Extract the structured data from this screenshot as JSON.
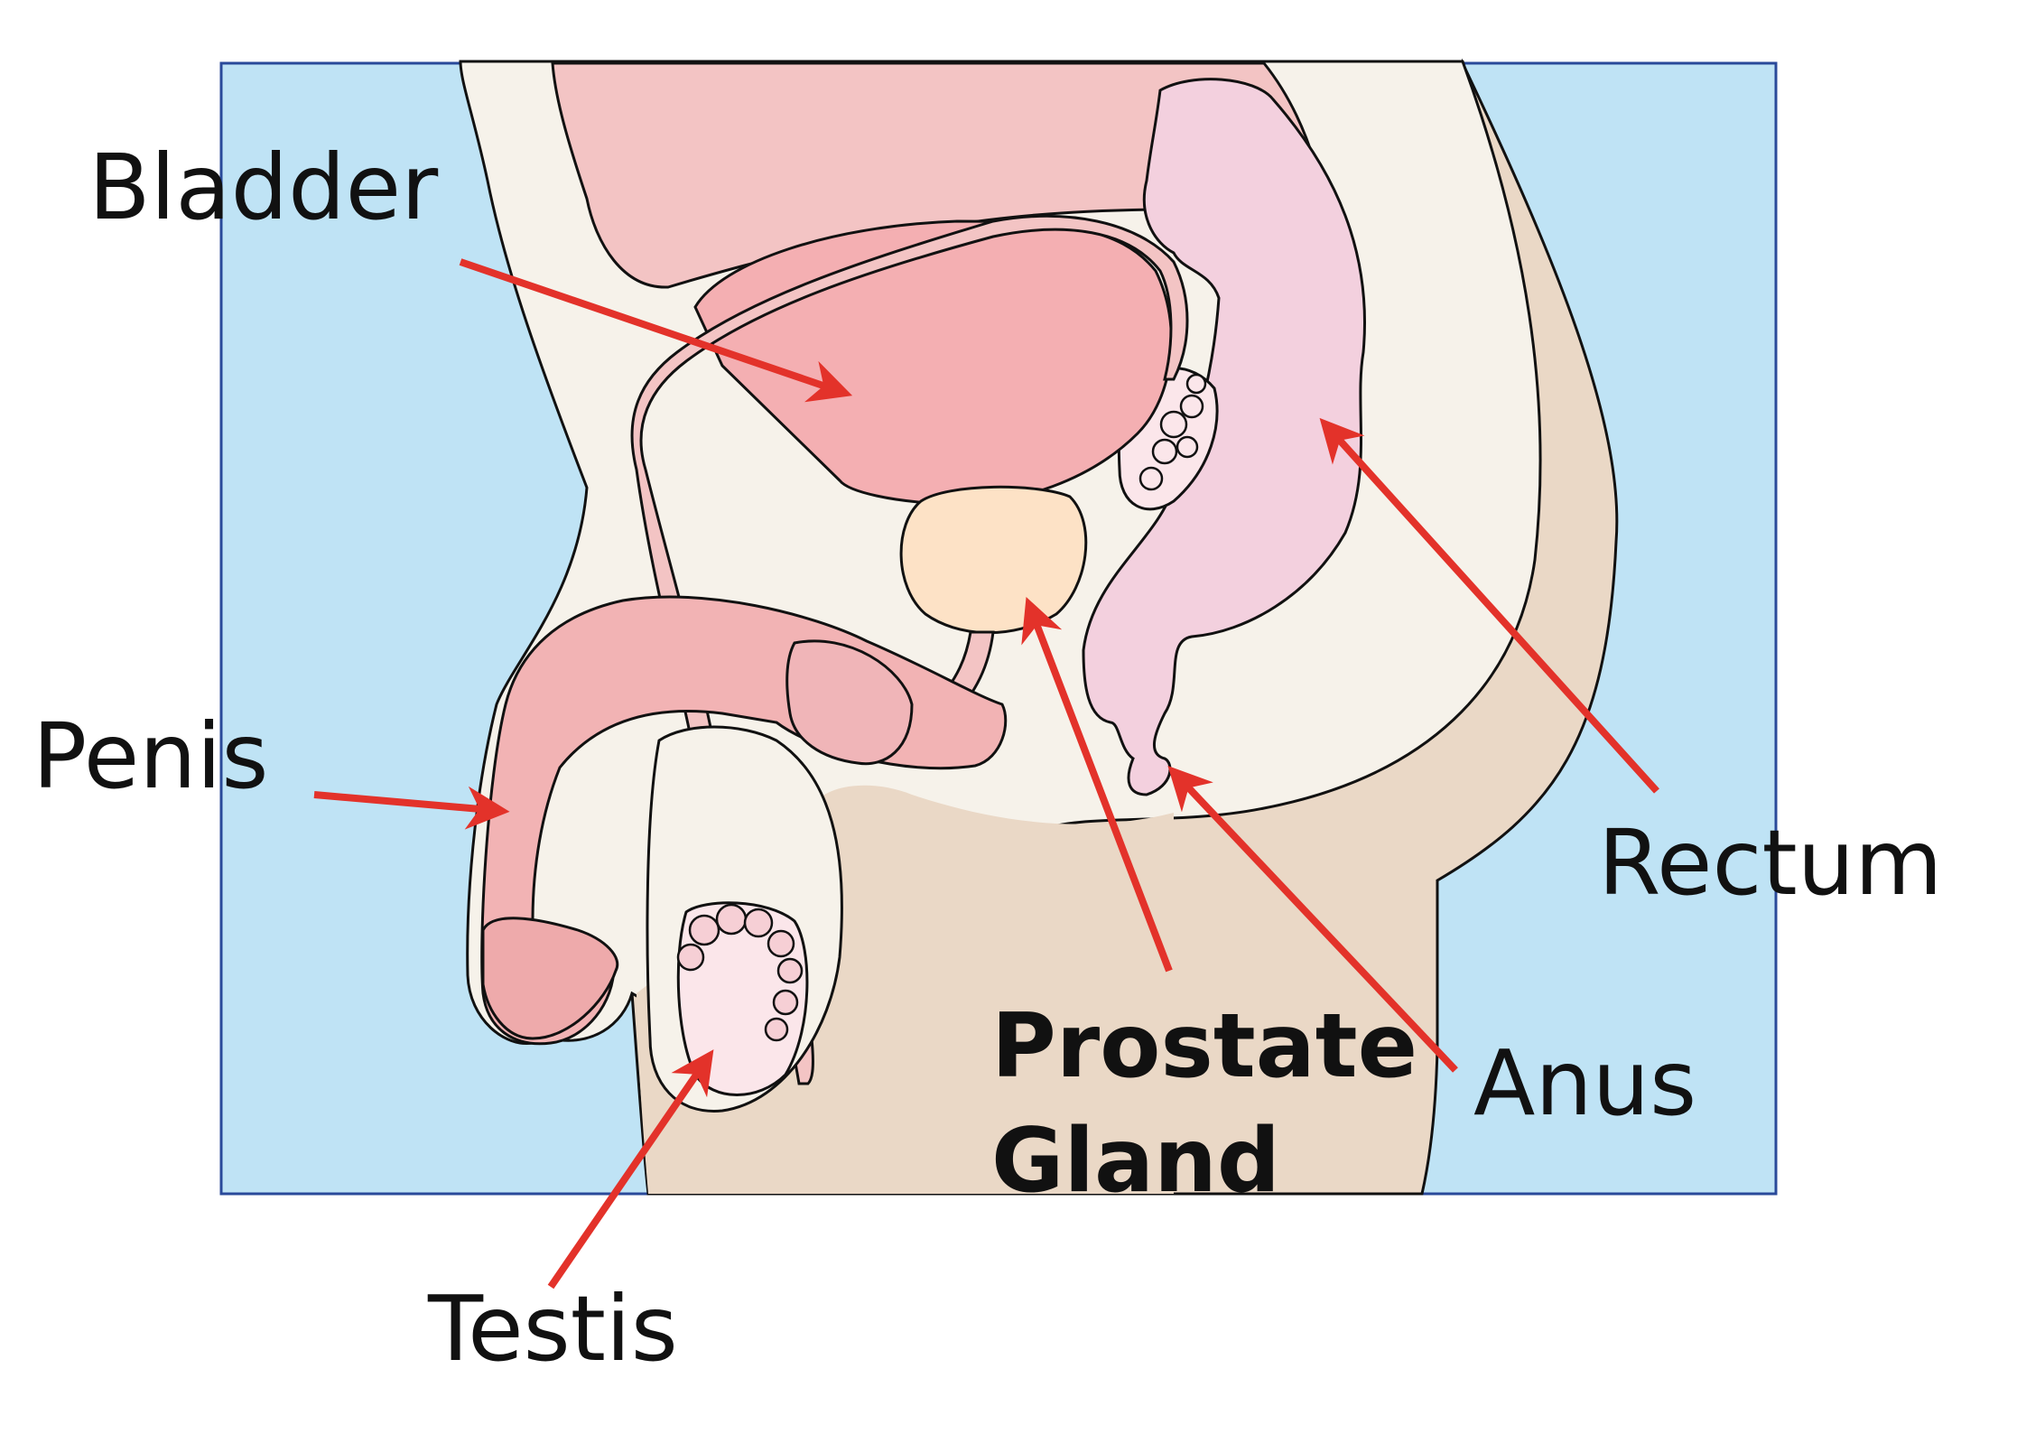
{
  "labels": {
    "bladder": "Bladder",
    "penis": "Penis",
    "rectum": "Rectum",
    "anus": "Anus",
    "testis": "Testis",
    "prostate_line1": "Prostate",
    "prostate_line2": "Gland"
  },
  "colors": {
    "background_panel": "#bfe3f5",
    "panel_border": "#2a4a9a",
    "body_light": "#f6f2ea",
    "body_tan": "#ead8c6",
    "bladder": "#f4afb2",
    "abdomen_pink": "#f3c4c4",
    "rectum": "#f3d0de",
    "prostate": "#fde2c6",
    "penis": "#f2b3b4",
    "testis": "#fbe6ea",
    "arrow": "#e3322a",
    "outline": "#111111"
  }
}
